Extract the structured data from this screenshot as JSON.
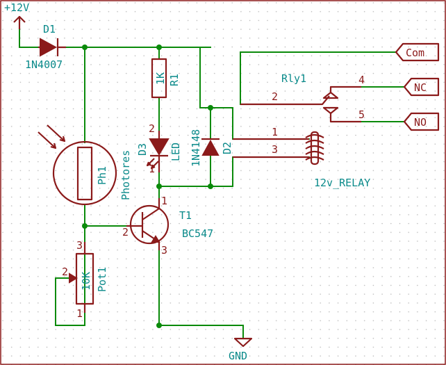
{
  "power": {
    "vcc_label": "+12V",
    "gnd_label": "GND"
  },
  "d1": {
    "ref": "D1",
    "value": "1N4007"
  },
  "r1": {
    "ref": "R1",
    "value": "1K"
  },
  "d3": {
    "ref": "D3",
    "value": "LED",
    "pin2": "2",
    "pin1": "1"
  },
  "d2": {
    "ref": "D2",
    "value": "1N4148"
  },
  "ph1": {
    "ref": "Ph1",
    "value": "Photores"
  },
  "t1": {
    "ref": "T1",
    "value": "BC547",
    "pin1": "1",
    "pin2": "2",
    "pin3": "3"
  },
  "pot1": {
    "ref": "Pot1",
    "value": "10K",
    "pin1": "1",
    "pin2": "2",
    "pin3": "3"
  },
  "rly1": {
    "ref": "Rly1",
    "value": "12v_RELAY",
    "pin1": "1",
    "pin2": "2",
    "pin3": "3",
    "pin4": "4",
    "pin5": "5"
  },
  "ports": {
    "com": "Com",
    "nc": "NC",
    "no": "NO"
  }
}
